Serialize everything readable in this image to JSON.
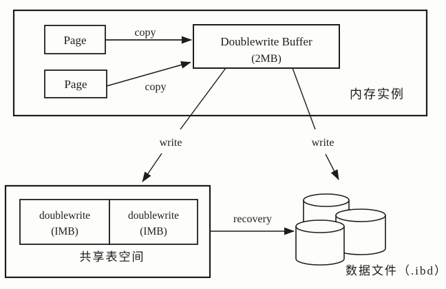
{
  "colors": {
    "ink": "#1c1c1c",
    "paper": "#fdfdfb"
  },
  "diagram": {
    "memory": {
      "label": "内存实例",
      "pages": [
        "Page",
        "Page"
      ],
      "buffer": {
        "title": "Doublewrite Buffer",
        "size": "(2MB)"
      },
      "copy_labels": [
        "copy",
        "copy"
      ]
    },
    "writes": [
      "write",
      "write"
    ],
    "tablespace": {
      "label": "共享表空间",
      "segments": [
        {
          "name": "doublewrite",
          "size": "(IMB)"
        },
        {
          "name": "doublewrite",
          "size": "(IMB)"
        }
      ]
    },
    "recovery_label": "recovery",
    "datafiles_label": "数据文件（.ibd）"
  }
}
